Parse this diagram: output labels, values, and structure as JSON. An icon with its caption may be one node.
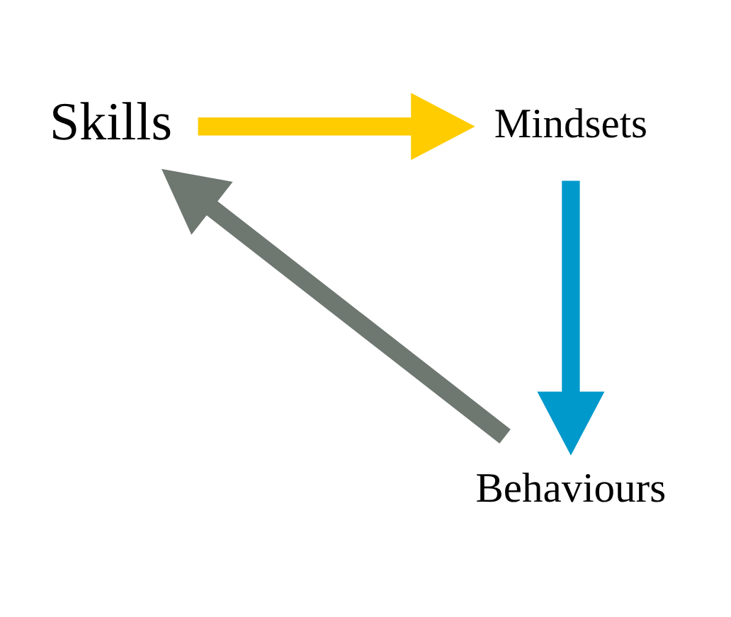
{
  "diagram": {
    "nodes": [
      {
        "text": [
          "Skills"
        ]
      },
      {
        "text": [
          "Mindsets"
        ]
      },
      {
        "text": [
          "Behaviours"
        ]
      }
    ],
    "edges": [
      {
        "from": 0,
        "to": 1,
        "arrow": "to",
        "color": "#ffcc00"
      },
      {
        "from": 1,
        "to": 2,
        "arrow": "to",
        "color": "#0099cc"
      },
      {
        "from": 2,
        "to": 0,
        "arrow": "to",
        "color": "#6e7770"
      }
    ]
  }
}
